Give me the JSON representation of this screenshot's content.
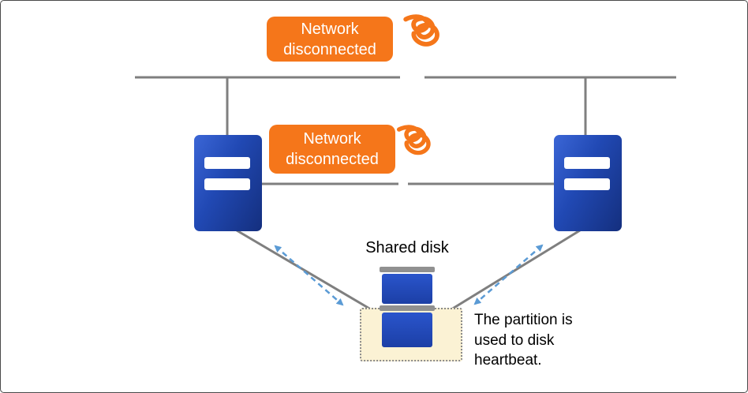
{
  "labels": {
    "network_disconnected_top": "Network disconnected",
    "network_disconnected_mid": "Network disconnected",
    "shared_disk": "Shared disk",
    "partition_note": "The partition is used to disk heartbeat."
  },
  "icons": {
    "disconnect_icon": "spring-scribble",
    "server_icon": "server-tower",
    "disk_icon": "disk-cylinder"
  },
  "colors": {
    "disconnect_orange": "#F5761A",
    "server_blue": "#2149B4",
    "server_blue_dark": "#142F7E",
    "disk_blue": "#1C3FA6",
    "connector_gray": "#7F7F7F",
    "heartbeat_arrow_blue": "#5B9BD5",
    "partition_fill": "#FBF2D4",
    "partition_border": "#8A8A8A"
  }
}
